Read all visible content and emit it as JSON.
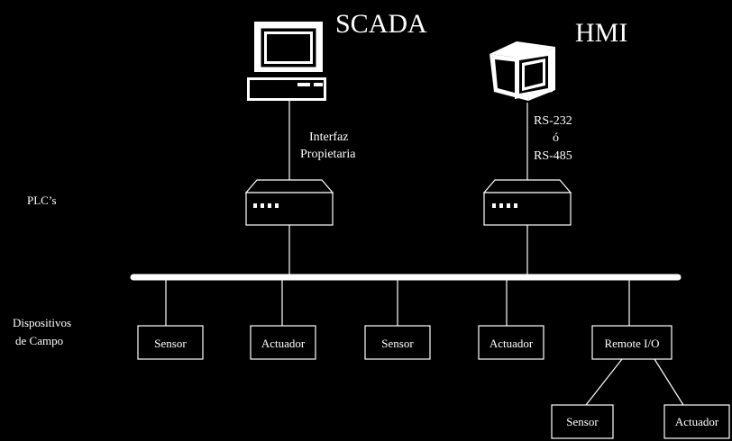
{
  "labels": {
    "scada": "SCADA",
    "hmi": "HMI",
    "interfaz_line1": "Interfaz",
    "interfaz_line2": "Propietaria",
    "rs232": "RS-232",
    "o": "ó",
    "rs485": "RS-485",
    "plcs": "PLC’s",
    "dispositivos_line1": "Dispositivos",
    "dispositivos_line2": "de Campo"
  },
  "field_devices": [
    {
      "label": "Sensor"
    },
    {
      "label": "Actuador"
    },
    {
      "label": "Sensor"
    },
    {
      "label": "Actuador"
    },
    {
      "label": "Remote I/O"
    }
  ],
  "remote_devices": [
    {
      "label": "Sensor"
    },
    {
      "label": "Actuador"
    }
  ],
  "colors": {
    "background": "#000000",
    "foreground": "#ffffff"
  }
}
